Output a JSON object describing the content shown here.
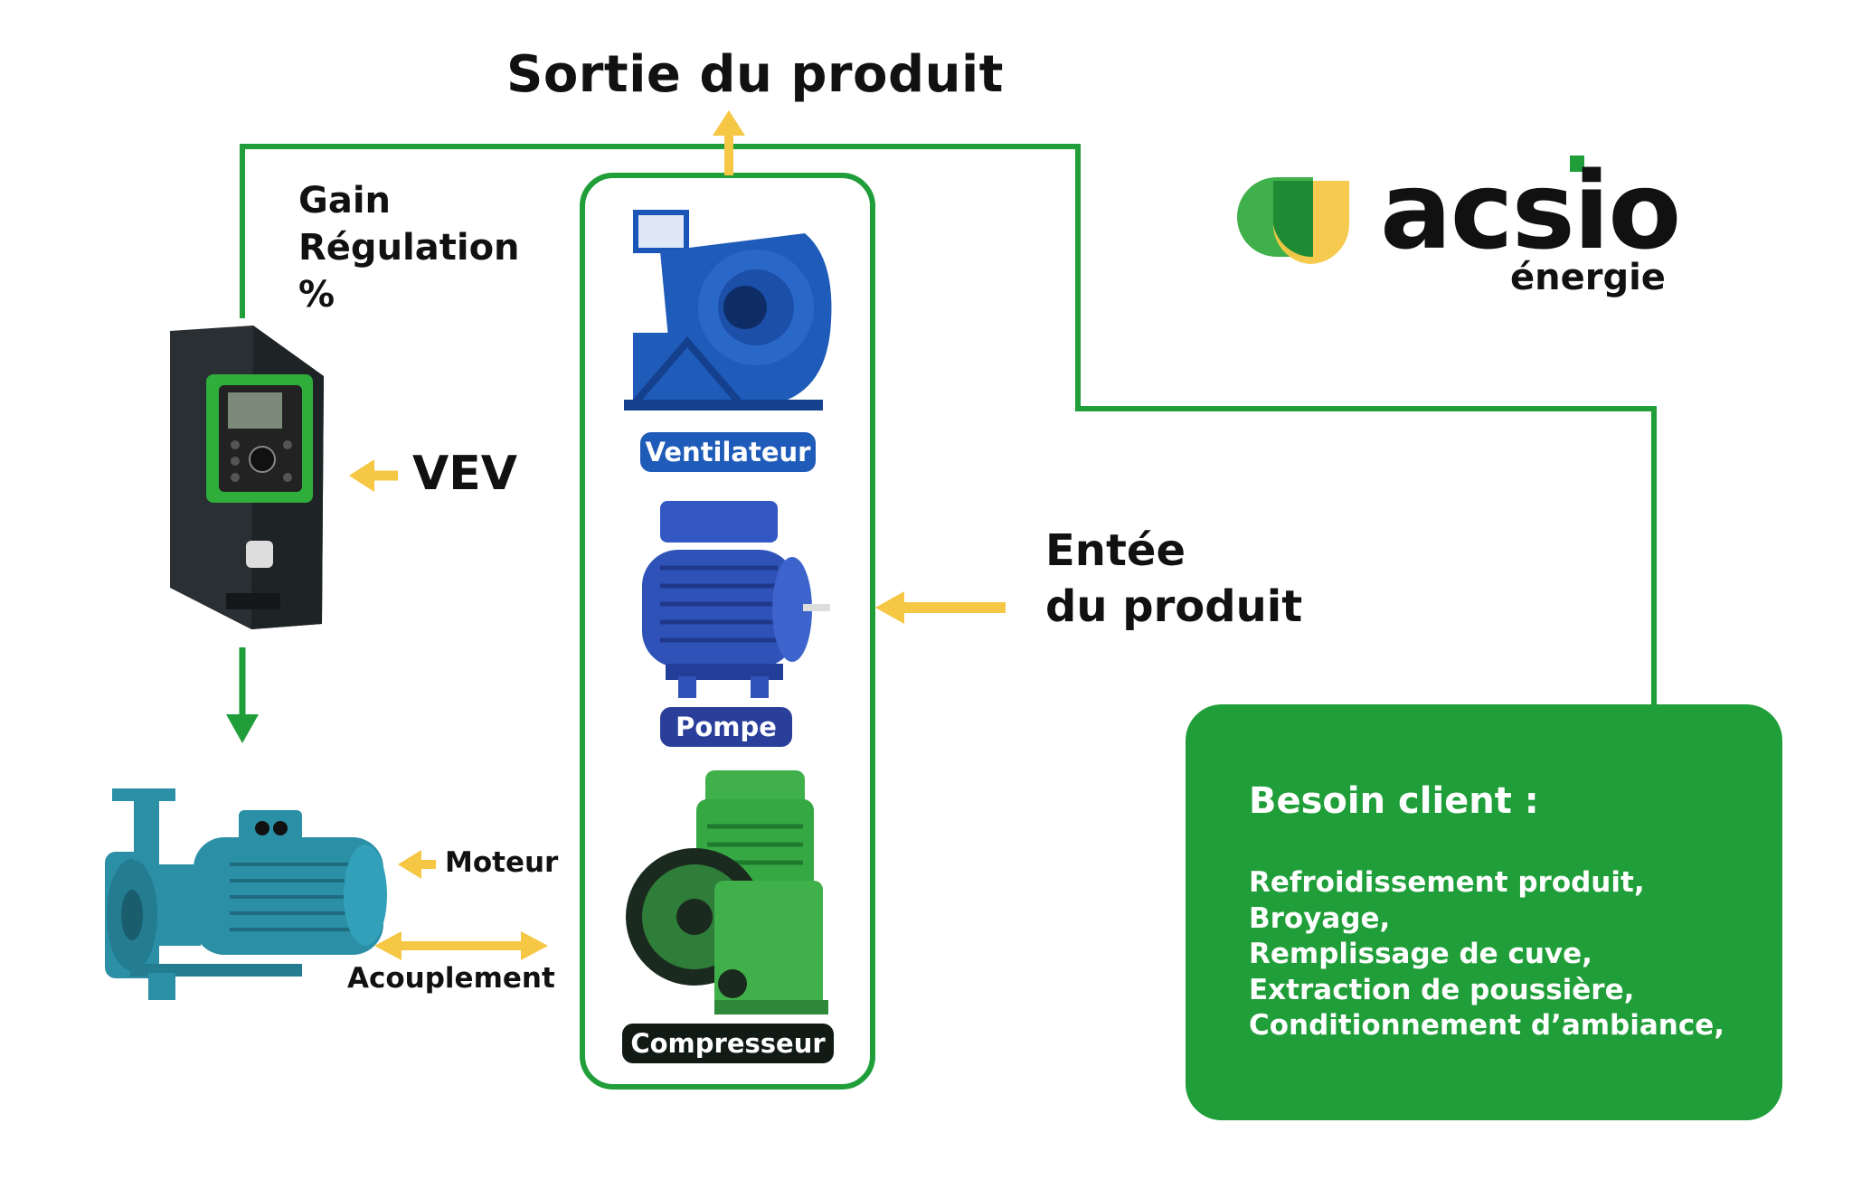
{
  "labels": {
    "output": "Sortie du produit",
    "gain_lines": [
      "Gain",
      "Régulation",
      "%"
    ],
    "vev": "VEV",
    "input_lines": [
      "Entée",
      "du produit"
    ],
    "moteur": "Moteur",
    "acouplement": "Acouplement"
  },
  "equipment": [
    {
      "label": "Ventilateur",
      "color": "#1f5bb8"
    },
    {
      "label": "Pompe",
      "color": "#2a3f9a"
    },
    {
      "label": "Compresseur",
      "color": "#111a14"
    }
  ],
  "client": {
    "title": "Besoin client :",
    "needs": [
      "Refroidissement produit,",
      "Broyage,",
      "Remplissage de cuve,",
      "Extraction de poussière,",
      "Conditionnement d’ambiance,"
    ]
  },
  "brand": {
    "name": "acsio",
    "sub": "énergie"
  },
  "colors": {
    "green": "#1f9e39",
    "arrow": "#f6c744",
    "teal_pump": "#2b8fa6"
  }
}
